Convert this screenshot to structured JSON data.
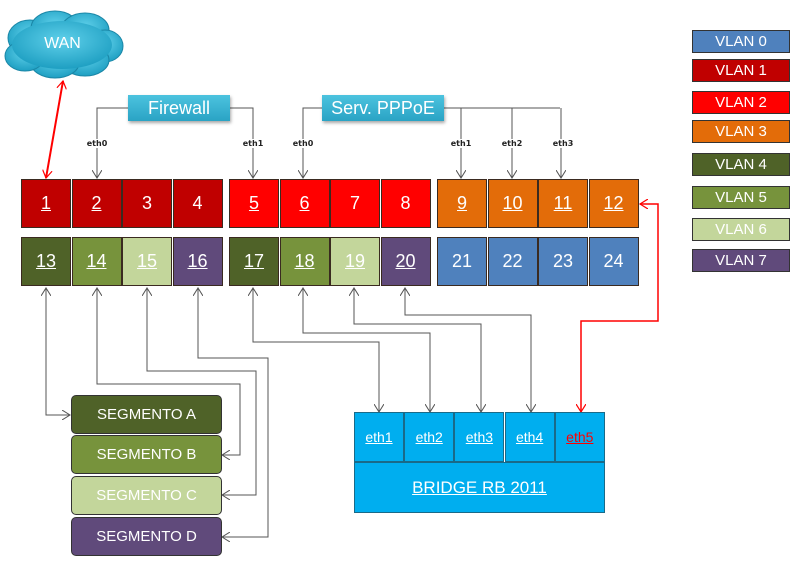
{
  "wan": {
    "label": "WAN"
  },
  "devices": {
    "firewall": {
      "label": "Firewall",
      "ports": [
        "eth0",
        "eth1"
      ]
    },
    "pppoe": {
      "label": "Serv. PPPoE",
      "ports": [
        "eth0",
        "eth1",
        "eth2",
        "eth3"
      ]
    }
  },
  "colors": {
    "vlan0": "#4f81bd",
    "vlan1": "#c00000",
    "vlan2": "#ff0000",
    "vlan3": "#e36c09",
    "vlan4": "#4f6228",
    "vlan5": "#77933c",
    "vlan6": "#c3d69b",
    "vlan7": "#604a7b",
    "bridge": "#00aeef",
    "device": "#31b0d5",
    "red_link": "#ff0000"
  },
  "switch": {
    "top_row": [
      {
        "num": "1",
        "vlan": 1,
        "underlined": true
      },
      {
        "num": "2",
        "vlan": 1,
        "underlined": true
      },
      {
        "num": "3",
        "vlan": 1,
        "underlined": false
      },
      {
        "num": "4",
        "vlan": 1,
        "underlined": false
      },
      {
        "num": "5",
        "vlan": 2,
        "underlined": true
      },
      {
        "num": "6",
        "vlan": 2,
        "underlined": true
      },
      {
        "num": "7",
        "vlan": 2,
        "underlined": false
      },
      {
        "num": "8",
        "vlan": 2,
        "underlined": false
      },
      {
        "num": "9",
        "vlan": 3,
        "underlined": true
      },
      {
        "num": "10",
        "vlan": 3,
        "underlined": true
      },
      {
        "num": "11",
        "vlan": 3,
        "underlined": true
      },
      {
        "num": "12",
        "vlan": 3,
        "underlined": true
      }
    ],
    "bottom_row": [
      {
        "num": "13",
        "vlan": 4,
        "underlined": true
      },
      {
        "num": "14",
        "vlan": 5,
        "underlined": true
      },
      {
        "num": "15",
        "vlan": 6,
        "underlined": true
      },
      {
        "num": "16",
        "vlan": 7,
        "underlined": true
      },
      {
        "num": "17",
        "vlan": 4,
        "underlined": true
      },
      {
        "num": "18",
        "vlan": 5,
        "underlined": true
      },
      {
        "num": "19",
        "vlan": 6,
        "underlined": true
      },
      {
        "num": "20",
        "vlan": 7,
        "underlined": true
      },
      {
        "num": "21",
        "vlan": 0,
        "underlined": false
      },
      {
        "num": "22",
        "vlan": 0,
        "underlined": false
      },
      {
        "num": "23",
        "vlan": 0,
        "underlined": false
      },
      {
        "num": "24",
        "vlan": 0,
        "underlined": false
      }
    ]
  },
  "legend": [
    {
      "label": "VLAN 0",
      "vlan": 0
    },
    {
      "label": "VLAN 1",
      "vlan": 1
    },
    {
      "label": "VLAN 2",
      "vlan": 2
    },
    {
      "label": "VLAN 3",
      "vlan": 3
    },
    {
      "label": "VLAN 4",
      "vlan": 4
    },
    {
      "label": "VLAN 5",
      "vlan": 5
    },
    {
      "label": "VLAN 6",
      "vlan": 6
    },
    {
      "label": "VLAN 7",
      "vlan": 7
    }
  ],
  "segments": [
    {
      "label": "SEGMENTO A",
      "vlan": 4
    },
    {
      "label": "SEGMENTO B",
      "vlan": 5
    },
    {
      "label": "SEGMENTO C",
      "vlan": 6
    },
    {
      "label": "SEGMENTO D",
      "vlan": 7
    }
  ],
  "bridge": {
    "label": "BRIDGE RB 2011",
    "ports": [
      {
        "label": "eth1",
        "highlight": false
      },
      {
        "label": "eth2",
        "highlight": false
      },
      {
        "label": "eth3",
        "highlight": false
      },
      {
        "label": "eth4",
        "highlight": false
      },
      {
        "label": "eth5",
        "highlight": true
      }
    ]
  }
}
